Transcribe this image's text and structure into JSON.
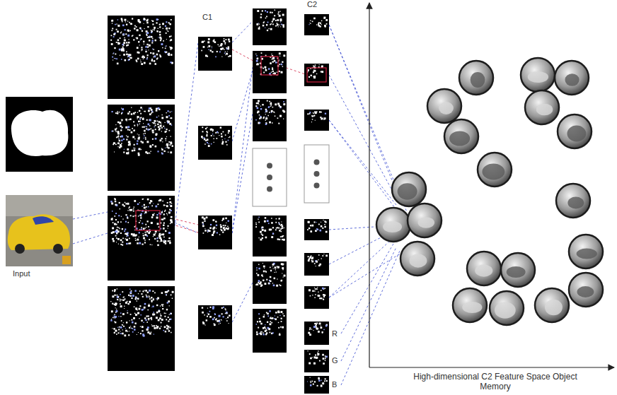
{
  "diagram": {
    "labels": [
      "C2",
      "C1",
      "Input",
      "R",
      "G",
      "B",
      "High-dimensional C2 Feature Space Object Memory"
    ]
  }
}
